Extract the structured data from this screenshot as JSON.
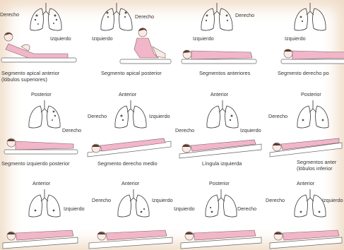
{
  "rows": [
    {
      "panels": [
        {
          "lobe_label": "",
          "left_label": "Derecho",
          "right_label": "",
          "bottom_label": "Izquierdo",
          "caption": [
            "Segmento apical anterior",
            "(lóbulos superiores)"
          ]
        },
        {
          "lobe_label": "",
          "left_label": "",
          "right_label": "Derecho",
          "bottom_label": "Izquierdo",
          "caption": [
            "Segmento apical posterior"
          ]
        },
        {
          "lobe_label": "",
          "left_label": "",
          "right_label": "Derecho",
          "bottom_label": "Izquierdo",
          "caption": [
            "Segmentos anteriores"
          ]
        },
        {
          "lobe_label": "",
          "left_label": "",
          "right_label": "",
          "bottom_label": "Izquierdo",
          "caption": [
            "Segmento derecho po"
          ]
        }
      ]
    },
    {
      "panels": [
        {
          "lobe_label": "Posterior",
          "left_label": "",
          "right_label": "Derecho",
          "bottom_label": "",
          "caption": [
            "Segmento izquierdo posterior"
          ]
        },
        {
          "lobe_label": "Anterior",
          "left_label": "Derecho",
          "right_label": "Izquierdo",
          "bottom_label": "",
          "caption": [
            "Segmento derecho medio"
          ]
        },
        {
          "lobe_label": "Anterior",
          "left_label": "Derecho",
          "right_label": "Izquierdo",
          "bottom_label": "",
          "caption": [
            "Língula izquierda"
          ]
        },
        {
          "lobe_label": "Posterior",
          "left_label": "",
          "right_label": "Derecho",
          "bottom_label": "",
          "caption": [
            "Segmentos anter",
            "(lóbulos inferior"
          ]
        }
      ]
    },
    {
      "panels": [
        {
          "lobe_label": "Anterior",
          "left_label": "",
          "right_label": "Izquierdo",
          "bottom_label": "",
          "caption": []
        },
        {
          "lobe_label": "Anterior",
          "left_label": "Derecho",
          "right_label": "Izquierdo",
          "bottom_label": "",
          "caption": []
        },
        {
          "lobe_label": "Posterior",
          "left_label": "Izquierdo",
          "right_label": "Derecho",
          "bottom_label": "",
          "caption": []
        },
        {
          "lobe_label": "Anterior",
          "left_label": "Derecho",
          "right_label": "Izquierdo",
          "bottom_label": "",
          "caption": []
        }
      ]
    }
  ],
  "colors": {
    "background": "#ffffff",
    "border_glow": "#f0dcc6",
    "highlight": "#f2b6c9",
    "ink": "#333333"
  }
}
